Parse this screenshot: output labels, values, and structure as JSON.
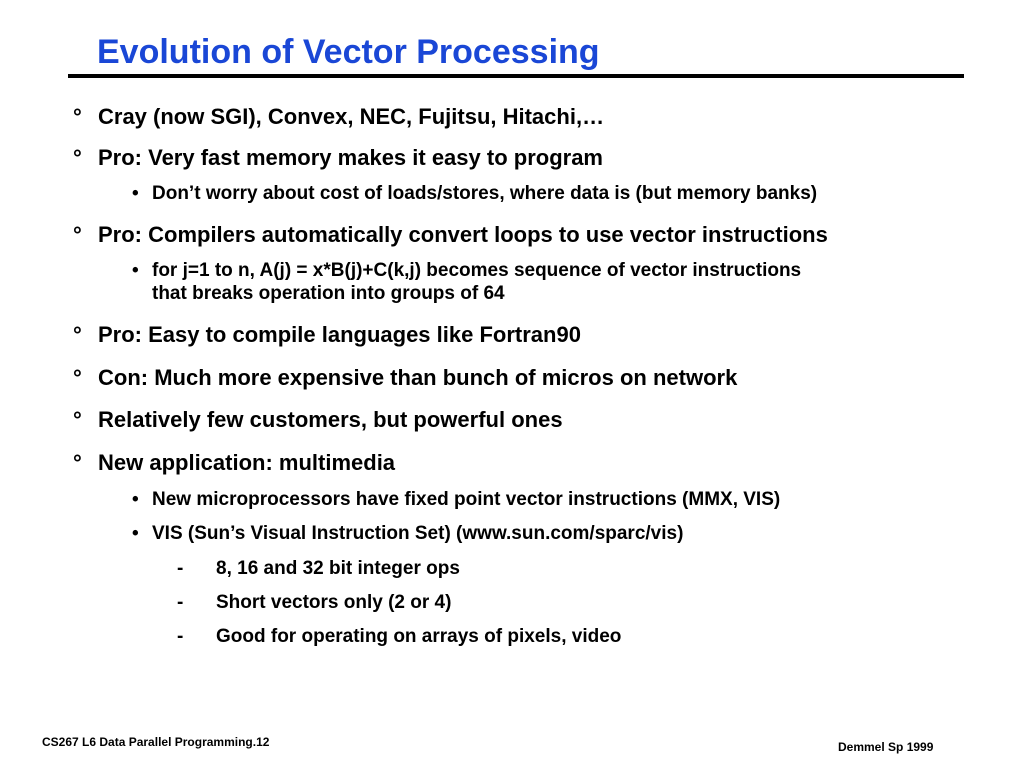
{
  "slide": {
    "title": "Evolution of Vector Processing",
    "title_color": "#1a47d6",
    "rule_color": "#000000",
    "items": [
      {
        "level": 1,
        "marker": "°",
        "text": "Cray (now SGI), Convex, NEC, Fujitsu, Hitachi,…"
      },
      {
        "level": 1,
        "marker": "°",
        "text": "Pro: Very fast memory makes it easy to program"
      },
      {
        "level": 2,
        "marker": "•",
        "text": "Don’t worry about cost of loads/stores, where data is (but memory banks)"
      },
      {
        "level": 1,
        "marker": "°",
        "text": "Pro: Compilers automatically convert loops to use vector instructions"
      },
      {
        "level": 2,
        "marker": "•",
        "text": "for j=1 to n, A(j) = x*B(j)+C(k,j) becomes sequence of vector instructions"
      },
      {
        "level": 2,
        "marker": "",
        "text": "that breaks operation into groups of 64"
      },
      {
        "level": 1,
        "marker": "°",
        "text": "Pro: Easy to compile languages like Fortran90"
      },
      {
        "level": 1,
        "marker": "°",
        "text": "Con: Much more expensive than bunch of micros on network"
      },
      {
        "level": 1,
        "marker": "°",
        "text": "Relatively few customers, but powerful ones"
      },
      {
        "level": 1,
        "marker": "°",
        "text": "New application: multimedia"
      },
      {
        "level": 2,
        "marker": "•",
        "text": "New microprocessors have fixed point vector instructions (MMX, VIS)"
      },
      {
        "level": 2,
        "marker": "•",
        "text": "VIS (Sun’s Visual Instruction Set) (www.sun.com/sparc/vis)"
      },
      {
        "level": 3,
        "marker": "-",
        "text": "8, 16 and 32 bit integer ops"
      },
      {
        "level": 3,
        "marker": "-",
        "text": "Short vectors only (2 or 4)"
      },
      {
        "level": 3,
        "marker": "-",
        "text": "Good for operating on arrays of pixels, video"
      }
    ]
  },
  "footer": {
    "left": "CS267  L6 Data Parallel Programming.12",
    "right": "Demmel Sp 1999"
  }
}
